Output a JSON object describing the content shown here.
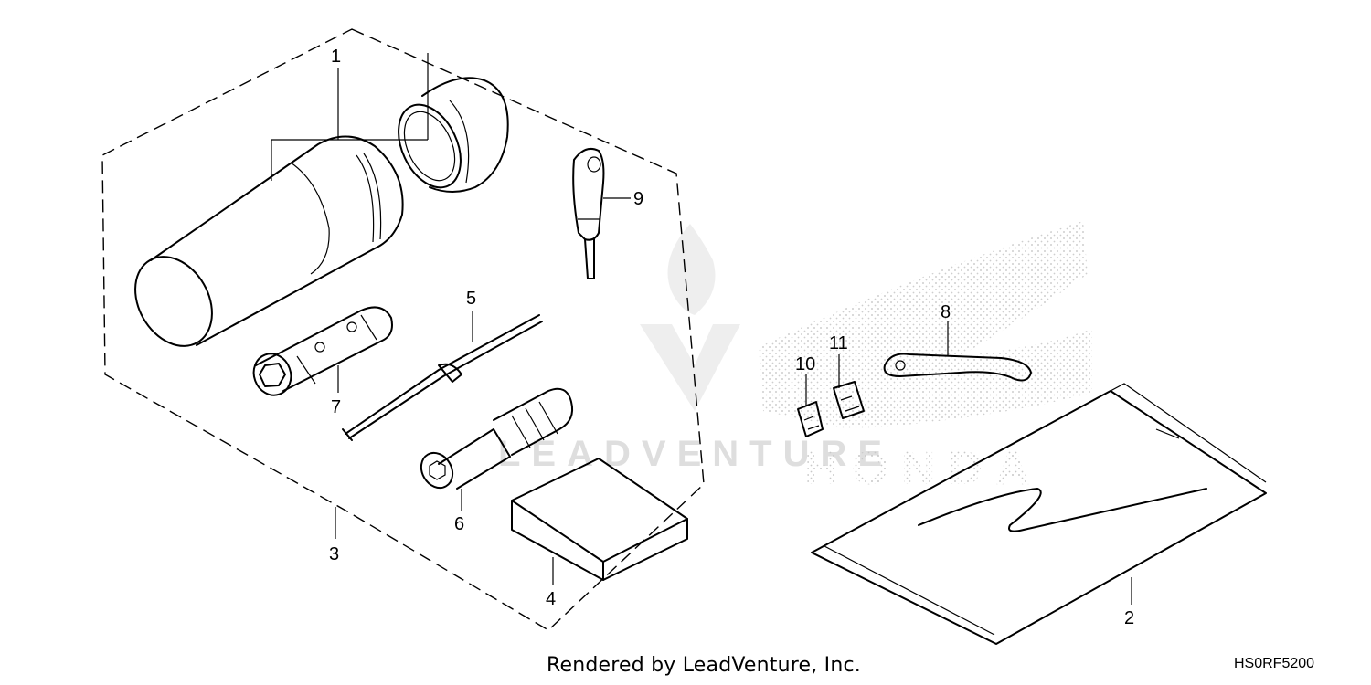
{
  "callouts": {
    "c1": "1",
    "c2": "2",
    "c3": "3",
    "c4": "4",
    "c5": "5",
    "c6": "6",
    "c7": "7",
    "c8": "8",
    "c9": "9",
    "c10": "10",
    "c11": "11"
  },
  "watermark": {
    "brand_text": "LEADVENTURE",
    "logo_text": "HONDA"
  },
  "footer": {
    "rendered_by": "Rendered by LeadVenture, Inc.",
    "diagram_code": "HS0RF5200"
  },
  "colors": {
    "ink": "#000000",
    "watermark": "#d9d9d9",
    "background": "#ffffff"
  }
}
